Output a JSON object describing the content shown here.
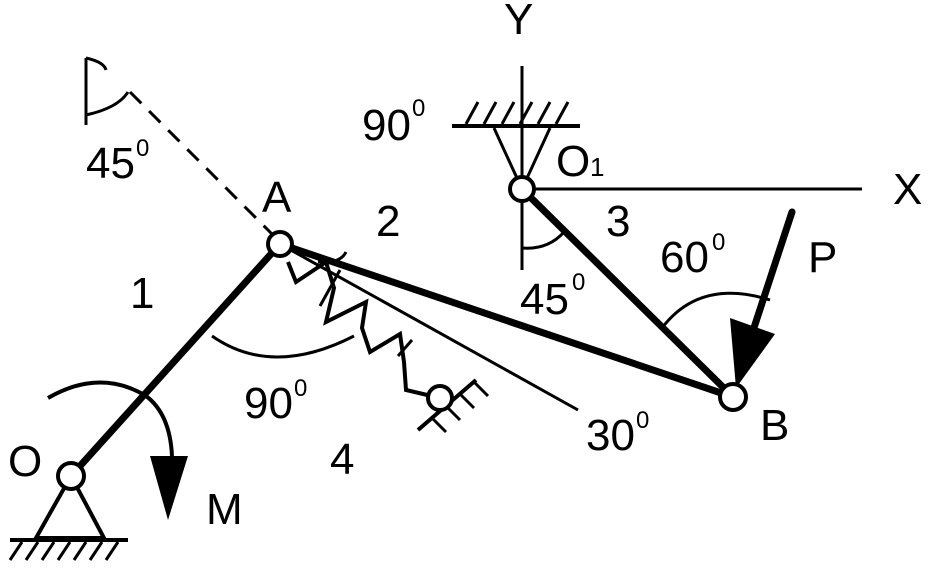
{
  "labels": {
    "point_O": "O",
    "point_O1": "O",
    "point_O1_sub": "1",
    "point_A": "A",
    "point_B": "B",
    "axis_x": "X",
    "axis_y": "Y",
    "force": "P",
    "moment": "M",
    "link_1": "1",
    "link_2": "2",
    "link_3": "3",
    "spring_4": "4"
  },
  "angles": {
    "top_left": {
      "value": "45",
      "unit": "0"
    },
    "at_A": {
      "value": "90",
      "unit": "0"
    },
    "at_O1_top": {
      "value": "90",
      "unit": "0"
    },
    "at_O1_bottom": {
      "value": "45",
      "unit": "0"
    },
    "at_B": {
      "value": "60",
      "unit": "0"
    },
    "spring": {
      "value": "30",
      "unit": "0"
    }
  }
}
